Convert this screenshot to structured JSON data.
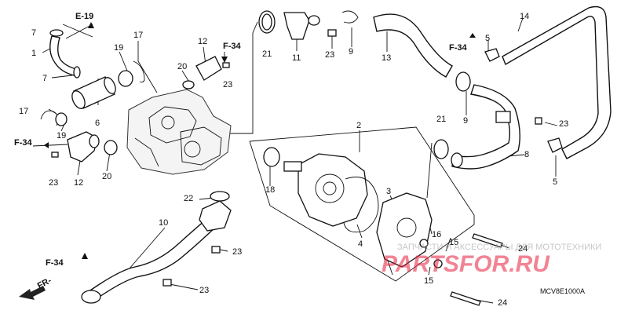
{
  "diagram_code": "MCV8E1000A",
  "labels": [
    {
      "id": "l7a",
      "text": "7"
    },
    {
      "id": "l1",
      "text": "1"
    },
    {
      "id": "l7b",
      "text": "7"
    },
    {
      "id": "l19a",
      "text": "19"
    },
    {
      "id": "l17a",
      "text": "17"
    },
    {
      "id": "l20a",
      "text": "20"
    },
    {
      "id": "l12a",
      "text": "12"
    },
    {
      "id": "l23a",
      "text": "23"
    },
    {
      "id": "l6",
      "text": "6"
    },
    {
      "id": "l17b",
      "text": "17"
    },
    {
      "id": "l19b",
      "text": "19"
    },
    {
      "id": "l21a",
      "text": "21"
    },
    {
      "id": "l11",
      "text": "11"
    },
    {
      "id": "l23b",
      "text": "23"
    },
    {
      "id": "l9a",
      "text": "9"
    },
    {
      "id": "l13",
      "text": "13"
    },
    {
      "id": "l14",
      "text": "14"
    },
    {
      "id": "l5a",
      "text": "5"
    },
    {
      "id": "l21b",
      "text": "21"
    },
    {
      "id": "l9b",
      "text": "9"
    },
    {
      "id": "l23c",
      "text": "23"
    },
    {
      "id": "l2",
      "text": "2"
    },
    {
      "id": "l8",
      "text": "8"
    },
    {
      "id": "l5b",
      "text": "5"
    },
    {
      "id": "l20b",
      "text": "20"
    },
    {
      "id": "l23d",
      "text": "23"
    },
    {
      "id": "l12b",
      "text": "12"
    },
    {
      "id": "l18",
      "text": "18"
    },
    {
      "id": "l22",
      "text": "22"
    },
    {
      "id": "l3",
      "text": "3"
    },
    {
      "id": "l4",
      "text": "4"
    },
    {
      "id": "l16",
      "text": "16"
    },
    {
      "id": "l15a",
      "text": "15"
    },
    {
      "id": "l24a",
      "text": "24"
    },
    {
      "id": "l15b",
      "text": "15"
    },
    {
      "id": "l10",
      "text": "10"
    },
    {
      "id": "l23e",
      "text": "23"
    },
    {
      "id": "l23f",
      "text": "23"
    },
    {
      "id": "l24b",
      "text": "24"
    }
  ],
  "references": [
    {
      "id": "r1",
      "text": "E-19"
    },
    {
      "id": "r2",
      "text": "F-34"
    },
    {
      "id": "r3",
      "text": "F-34"
    },
    {
      "id": "r4",
      "text": "F-34"
    },
    {
      "id": "r5",
      "text": "F-34"
    },
    {
      "id": "r6",
      "text": "FR-"
    }
  ],
  "watermark": {
    "line": "ЗАПЧАСТИ И АКСЕССУАРЫ ДЛЯ МОТОТЕХНИКИ",
    "logo": "PARTSFOR.RU"
  }
}
